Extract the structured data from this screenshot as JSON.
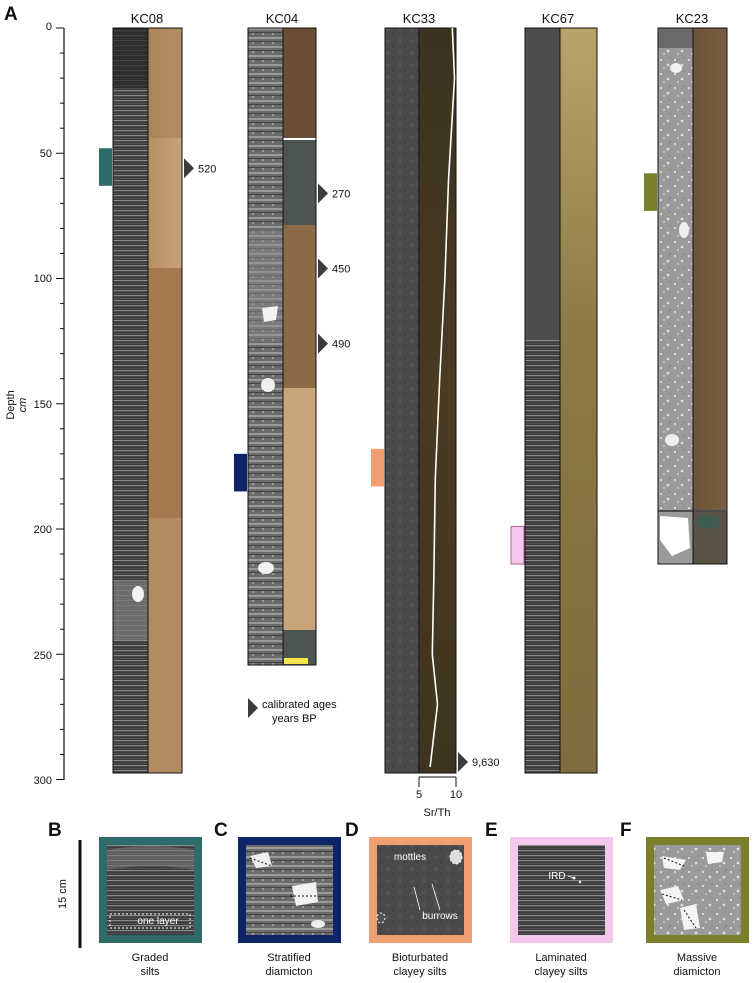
{
  "panel_letters": [
    "A",
    "B",
    "C",
    "D",
    "E",
    "F"
  ],
  "depth_axis": {
    "label": "Depth",
    "unit": "cm",
    "ticks": [
      "0",
      "50",
      "100",
      "150",
      "200",
      "250",
      "300"
    ]
  },
  "cores": [
    {
      "name": "KC08",
      "length_cm": 298
    },
    {
      "name": "KC04",
      "length_cm": 255
    },
    {
      "name": "KC33",
      "length_cm": 297
    },
    {
      "name": "KC67",
      "length_cm": 298
    },
    {
      "name": "KC23",
      "length_cm": 213
    }
  ],
  "ages": [
    {
      "core": "KC08",
      "depth_cm": 56,
      "label": "520"
    },
    {
      "core": "KC04",
      "depth_cm": 66,
      "label": "270"
    },
    {
      "core": "KC04",
      "depth_cm": 96,
      "label": "450"
    },
    {
      "core": "KC04",
      "depth_cm": 126,
      "label": "490"
    },
    {
      "core": "KC33",
      "depth_cm": 293,
      "label": "9,630"
    }
  ],
  "age_legend": {
    "line1": "calibrated ages",
    "line2": "years BP"
  },
  "srth": {
    "axis_label": "Sr/Th",
    "ticks": [
      "5",
      "10"
    ],
    "depths": [
      0,
      20,
      60,
      100,
      140,
      180,
      220,
      250,
      270,
      295
    ],
    "values": [
      9.5,
      9.8,
      9.0,
      8.5,
      7.8,
      7.2,
      7.0,
      6.8,
      7.5,
      6.5
    ]
  },
  "facies_markers": [
    {
      "core": "KC08",
      "top_cm": 48,
      "bottom_cm": 63,
      "color": "#2f6b68"
    },
    {
      "core": "KC04",
      "top_cm": 170,
      "bottom_cm": 185,
      "color": "#0e2466"
    },
    {
      "core": "KC33",
      "top_cm": 168,
      "bottom_cm": 183,
      "color": "#f0a070"
    },
    {
      "core": "KC67",
      "top_cm": 199,
      "bottom_cm": 214,
      "color": "#f3c8ec"
    },
    {
      "core": "KC23",
      "top_cm": 58,
      "bottom_cm": 73,
      "color": "#7b7f2a"
    }
  ],
  "scale_bar": "15 cm",
  "facies": [
    {
      "letter": "B",
      "line1": "Graded",
      "line2": "silts",
      "color": "#2f6b68",
      "annotations": [
        "one layer"
      ]
    },
    {
      "letter": "C",
      "line1": "Stratified",
      "line2": "diamicton",
      "color": "#0e2466",
      "annotations": []
    },
    {
      "letter": "D",
      "line1": "Bioturbated",
      "line2": "clayey silts",
      "color": "#f0a070",
      "annotations": [
        "mottles",
        "burrows"
      ]
    },
    {
      "letter": "E",
      "line1": "Laminated",
      "line2": "clayey silts",
      "color": "#f3c8ec",
      "annotations": [
        "IRD"
      ]
    },
    {
      "letter": "F",
      "line1": "Massive",
      "line2": "diamicton",
      "color": "#7b7f2a",
      "annotations": []
    }
  ]
}
